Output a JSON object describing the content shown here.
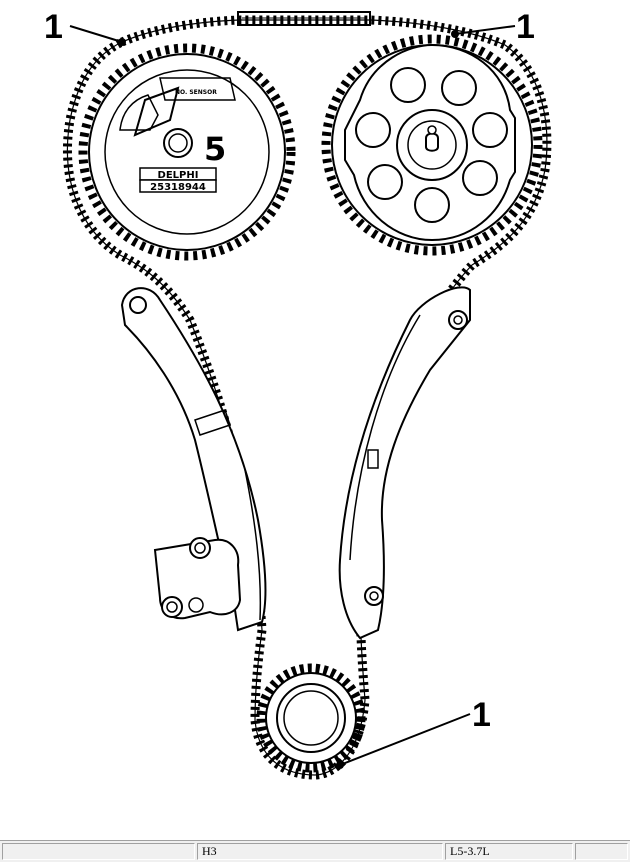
{
  "diagram": {
    "callouts": [
      "1",
      "1",
      "1"
    ],
    "left_sprocket": {
      "brand": "DELPHI",
      "part_number": "25318944",
      "digit": "5",
      "small_text": "NO. SENSOR"
    }
  },
  "status_bar": {
    "cells": [
      "",
      "H3",
      "L5-3.7L",
      ""
    ]
  }
}
